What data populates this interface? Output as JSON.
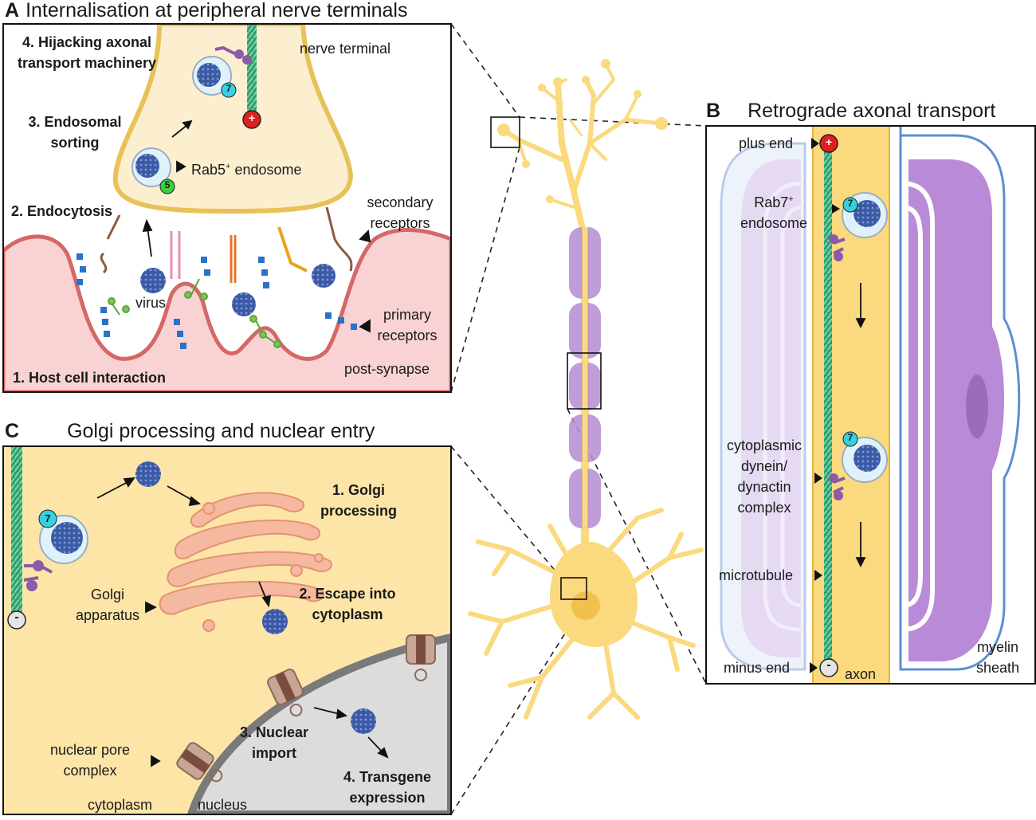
{
  "panel_a": {
    "letter": "A",
    "title": "Internalisation at peripheral nerve terminals",
    "step4_l1": "4. Hijacking axonal",
    "step4_l2": "transport machinery",
    "nerve_terminal": "nerve terminal",
    "step3_l1": "3. Endosomal",
    "step3_l2": "sorting",
    "rab5_label": "Rab5",
    "rab5_sup": "+",
    "rab5_rest": " endosome",
    "step2": "2. Endocytosis",
    "secondary_l1": "secondary",
    "secondary_l2": "receptors",
    "virus": "virus",
    "primary_l1": "primary",
    "primary_l2": "receptors",
    "step1": "1. Host cell interaction",
    "post_synapse": "post-synapse",
    "badge7": "7",
    "badge5": "5",
    "plus": "+"
  },
  "panel_b": {
    "letter": "B",
    "title": "Retrograde axonal transport",
    "plus_end": "plus end",
    "rab7_l1": "Rab7",
    "rab7_sup": "+",
    "rab7_l2": "endosome",
    "dynein_l1": "cytoplasmic",
    "dynein_l2": "dynein/",
    "dynein_l3": "dynactin",
    "dynein_l4": "complex",
    "microtubule": "microtubule",
    "minus_end": "minus end",
    "axon": "axon",
    "myelin_l1": "myelin",
    "myelin_l2": "sheath",
    "badge7": "7",
    "plus": "+",
    "minus": "-"
  },
  "panel_c": {
    "letter": "C",
    "title": "Golgi processing and nuclear entry",
    "step1_l1": "1. Golgi",
    "step1_l2": "processing",
    "golgi_l1": "Golgi",
    "golgi_l2": "apparatus",
    "step2_l1": "2. Escape into",
    "step2_l2": "cytoplasm",
    "step3_l1": "3. Nuclear",
    "step3_l2": "import",
    "npc_l1": "nuclear pore",
    "npc_l2": "complex",
    "step4_l1": "4. Transgene",
    "step4_l2": "expression",
    "cytoplasm": "cytoplasm",
    "nucleus": "nucleus",
    "badge7": "7",
    "minus": "-"
  },
  "colors": {
    "neuron": "#fbd97e",
    "neuron_edge": "#e9b43c",
    "post_synapse": "#f9d3d3",
    "post_synapse_edge": "#d66a6a",
    "virus": "#3e5ea8",
    "microtubule": "#2e9e6e",
    "myelin": "#b98ad8",
    "nucleus": "#dcdcdc",
    "rab7": "#36d1e0",
    "rab5": "#37d13d",
    "plus_end": "#e02020",
    "golgi": "#f4b9a0"
  }
}
